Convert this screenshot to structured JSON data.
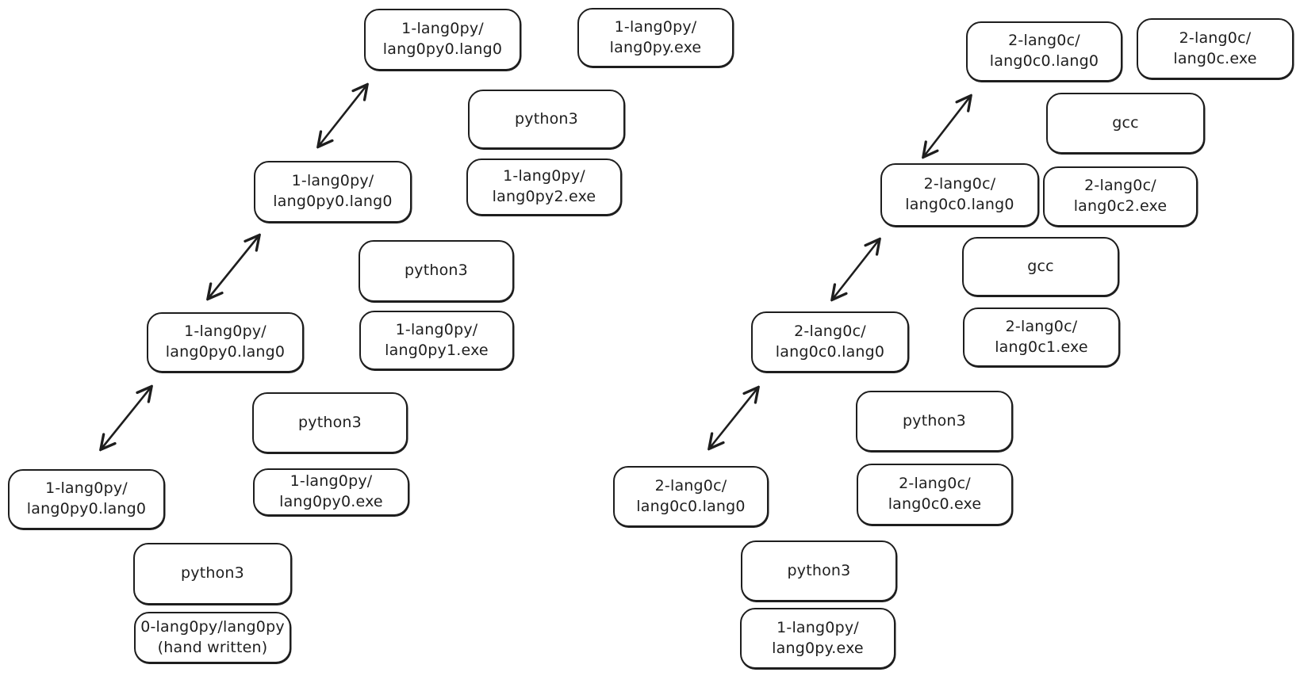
{
  "diagram_type": "compiler-bootstrap-chain",
  "colors": {
    "stroke": "#1e1e1e",
    "background": "#ffffff"
  },
  "nodes": [
    {
      "id": "py-src-stage3",
      "label": "1-lang0py/\nlang0py0.lang0"
    },
    {
      "id": "py-exe-final",
      "label": "1-lang0py/\nlang0py.exe"
    },
    {
      "id": "py-runtime-3",
      "label": "python3"
    },
    {
      "id": "py-exe-2",
      "label": "1-lang0py/\nlang0py2.exe"
    },
    {
      "id": "py-src-stage2",
      "label": "1-lang0py/\nlang0py0.lang0"
    },
    {
      "id": "py-runtime-2",
      "label": "python3"
    },
    {
      "id": "py-src-stage1",
      "label": "1-lang0py/\nlang0py0.lang0"
    },
    {
      "id": "py-exe-1",
      "label": "1-lang0py/\nlang0py1.exe"
    },
    {
      "id": "py-runtime-1",
      "label": "python3"
    },
    {
      "id": "py-src-stage0",
      "label": "1-lang0py/\nlang0py0.lang0"
    },
    {
      "id": "py-exe-0",
      "label": "1-lang0py/\nlang0py0.exe"
    },
    {
      "id": "py-runtime-0",
      "label": "python3"
    },
    {
      "id": "py-handwritten",
      "label": "0-lang0py/lang0py\n(hand written)"
    },
    {
      "id": "c-src-stage3",
      "label": "2-lang0c/\nlang0c0.lang0"
    },
    {
      "id": "c-exe-final",
      "label": "2-lang0c/\nlang0c.exe"
    },
    {
      "id": "c-gcc-top",
      "label": "gcc"
    },
    {
      "id": "c-src-stage2",
      "label": "2-lang0c/\nlang0c0.lang0"
    },
    {
      "id": "c-exe-2",
      "label": "2-lang0c/\nlang0c2.exe"
    },
    {
      "id": "c-gcc-mid",
      "label": "gcc"
    },
    {
      "id": "c-src-stage1",
      "label": "2-lang0c/\nlang0c0.lang0"
    },
    {
      "id": "c-exe-1",
      "label": "2-lang0c/\nlang0c1.exe"
    },
    {
      "id": "c-python-1",
      "label": "python3"
    },
    {
      "id": "c-src-stage0",
      "label": "2-lang0c/\nlang0c0.lang0"
    },
    {
      "id": "c-exe-0",
      "label": "2-lang0c/\nlang0c0.exe"
    },
    {
      "id": "c-python-0",
      "label": "python3"
    },
    {
      "id": "c-bootstrap-exe",
      "label": "1-lang0py/\nlang0py.exe"
    }
  ],
  "arrows": [
    {
      "from": "py-src-stage0",
      "to": "py-src-stage1",
      "heads": "both"
    },
    {
      "from": "py-src-stage1",
      "to": "py-src-stage2",
      "heads": "both"
    },
    {
      "from": "py-src-stage2",
      "to": "py-src-stage3",
      "heads": "both"
    },
    {
      "from": "c-src-stage0",
      "to": "c-src-stage1",
      "heads": "both"
    },
    {
      "from": "c-src-stage1",
      "to": "c-src-stage2",
      "heads": "both"
    },
    {
      "from": "c-src-stage2",
      "to": "c-src-stage3",
      "heads": "both"
    }
  ]
}
